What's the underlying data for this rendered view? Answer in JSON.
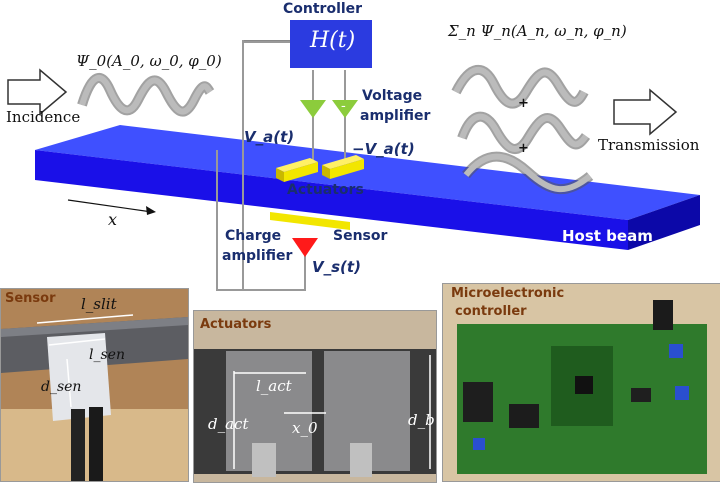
{
  "controller": {
    "title": "Controller",
    "transfer": "H(t)"
  },
  "voltage_amplifier": {
    "line1": "Voltage",
    "line2": "amplifier",
    "minus_sign": "-"
  },
  "charge_amplifier": {
    "line1": "Charge",
    "line2": "amplifier"
  },
  "signals": {
    "va": "V_a(t)",
    "neg_va": "−V_a(t)",
    "vs": "V_s(t)"
  },
  "wave_in": {
    "label": "Incidence",
    "formula": "Ψ_0(A_0, ω_0, φ_0)"
  },
  "wave_out": {
    "label": "Transmission",
    "formula": "Σ_n Ψ_n(A_n, ω_n, φ_n)",
    "plus_1": "+",
    "plus_2": "+"
  },
  "beam": {
    "label": "Host beam",
    "axis_label": "x"
  },
  "actuators_label": "Actuators",
  "sensor_label": "Sensor",
  "photos": {
    "sensor": {
      "title": "Sensor",
      "l_slit": "l_slit",
      "l_sen": "l_sen",
      "d_sen": "d_sen"
    },
    "actuators": {
      "title": "Actuators",
      "l_act": "l_act",
      "d_act": "d_act",
      "x0": "x_0",
      "d_b": "d_b"
    },
    "controller": {
      "title_line1": "Microelectronic",
      "title_line2": "controller"
    }
  },
  "colors": {
    "beam": "#1a10e8",
    "beam_top": "#2b3bf5",
    "actuator": "#f2e600",
    "green_triangle": "#8ccc3c",
    "red_triangle": "#ff1a1a",
    "label_blue": "#1f3a93"
  }
}
